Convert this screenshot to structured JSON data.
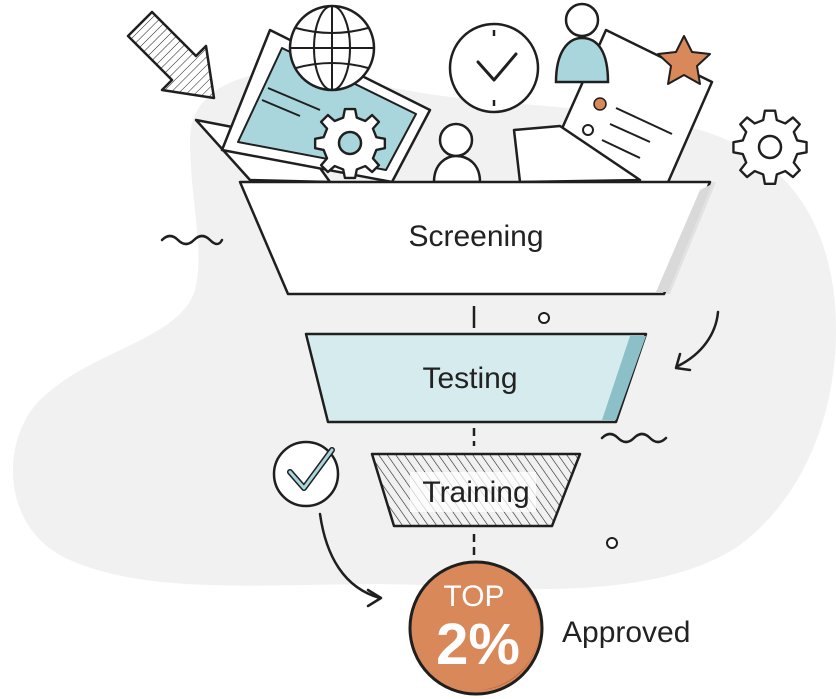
{
  "funnel": {
    "stages": [
      {
        "label": "Screening"
      },
      {
        "label": "Testing"
      },
      {
        "label": "Training"
      }
    ]
  },
  "badge": {
    "line1": "TOP",
    "line2": "2%"
  },
  "result_label": "Approved",
  "colors": {
    "blob": "#f1f1f1",
    "teal": "#a9d6dc",
    "teal_light": "#d6ebee",
    "teal_dark": "#8cc0c8",
    "orange": "#d9885a",
    "orange_dark": "#b86a3e",
    "ink": "#1f1f1f",
    "white": "#ffffff"
  }
}
